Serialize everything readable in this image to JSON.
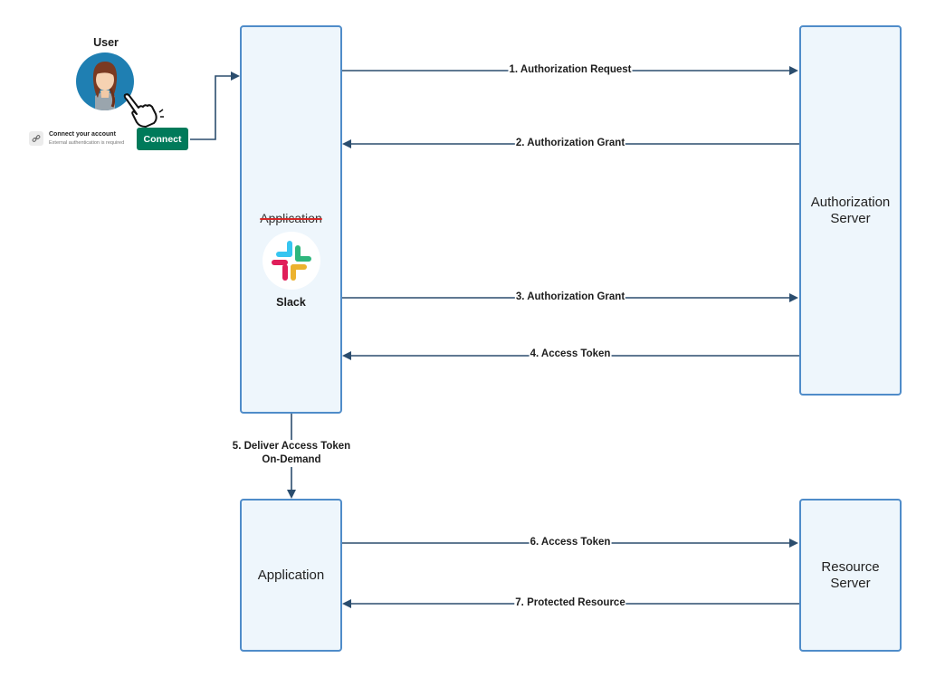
{
  "user": {
    "label": "User",
    "connect_card": {
      "title": "Connect your account",
      "subtitle": "External authentication is required",
      "button_label": "Connect"
    }
  },
  "application_top": {
    "label_struck": "Application",
    "product_label": "Slack"
  },
  "nodes": {
    "authorization_server": "Authorization\nServer",
    "application_bottom": "Application",
    "resource_server": "Resource\nServer"
  },
  "edges": [
    {
      "label": "1. Authorization Request"
    },
    {
      "label": "2. Authorization Grant"
    },
    {
      "label": "3. Authorization Grant"
    },
    {
      "label": "4. Access Token"
    },
    {
      "label": "5. Deliver Access Token\nOn-Demand"
    },
    {
      "label": "6. Access Token"
    },
    {
      "label": "7. Protected Resource"
    }
  ],
  "colors": {
    "box_border": "#4f8cc9",
    "box_fill": "#eef6fc",
    "arrow": "#2b4d6e",
    "connect_button": "#007a5a",
    "strike": "#d62828",
    "slack_blue": "#36c5f0",
    "slack_green": "#2eb67d",
    "slack_red": "#e01e5a",
    "slack_yellow": "#ecb22e"
  }
}
